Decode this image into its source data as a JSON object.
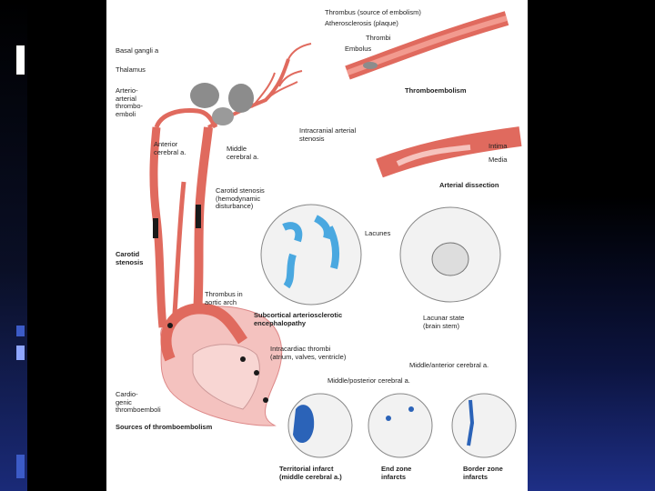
{
  "labels": {
    "basal_ganglia": "Basal gangli a",
    "thalamus": "Thalamus",
    "arterio_arterial": "Arterio-\narterial\nthrombo-\nemboli",
    "anterior_cerebral": "Anterior\ncerebral a.",
    "middle_cerebral": "Middle\ncerebral a.",
    "intracranial_stenosis": "Intracranial arterial\nstenosis",
    "carotid_stenosis_hemo": "Carotid stenosis\n(hemodynamic\ndisturbance)",
    "carotid_stenosis": "Carotid\nstenosis",
    "thrombus_aortic": "Thrombus in\naortic arch",
    "intracardiac": "Intracardiac thrombi\n(atrium, valves, ventricle)",
    "cardiogenic": "Cardio-\ngenic\nthromboemboli",
    "sources": "Sources of thromboembolism",
    "thrombus_source": "Thrombus (source of embolism)",
    "atherosclerosis": "Atherosclerosis (plaque)",
    "thrombi": "Thrombi",
    "embolus": "Embolus",
    "thromboembolism": "Thromboembolism",
    "intima": "Intima",
    "media": "Media",
    "arterial_dissection": "Arterial dissection",
    "lacunes": "Lacunes",
    "subcortical": "Subcortical arteriosclerotic\nencephalopathy",
    "lacunar_state": "Lacunar state\n(brain stem)",
    "middle_anterior": "Middle/anterior cerebral a.",
    "middle_posterior": "Middle/posterior cerebral a.",
    "territorial": "Territorial infarct\n(middle cerebral a.)",
    "end_zone": "End zone\ninfarcts",
    "border_zone": "Border zone\ninfarcts"
  },
  "colors": {
    "artery": "#e06a5e",
    "artery_dark": "#c94b43",
    "heart": "#f4c2bf",
    "thrombus": "#1a1a1a",
    "ganglia": "#8c8c8c",
    "lacune_blue": "#4aa8e0",
    "infarct_blue": "#2b63b8"
  }
}
